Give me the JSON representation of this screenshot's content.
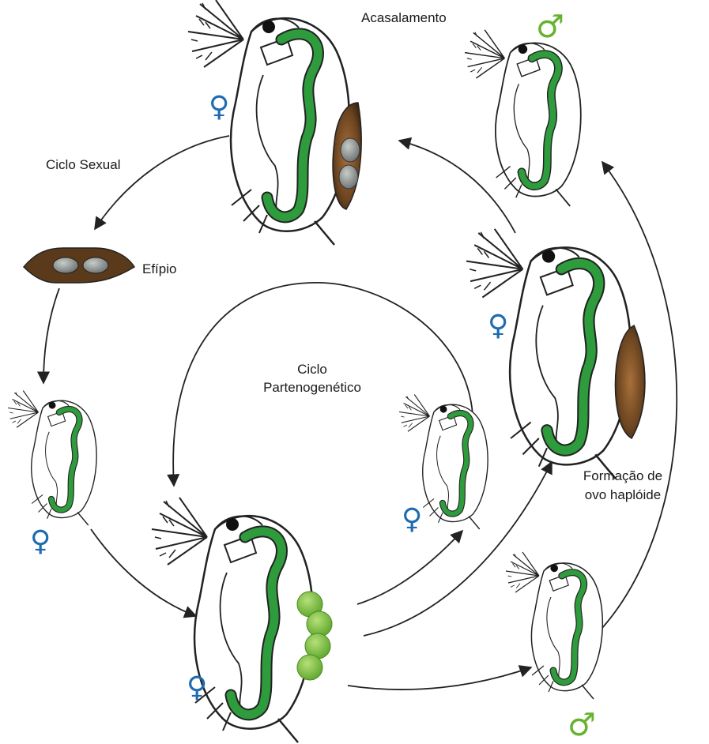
{
  "labels": {
    "acasalamento": "Acasalamento",
    "ciclo_sexual": "Ciclo Sexual",
    "efipio": "Efípio",
    "ciclo_parteno_1": "Ciclo",
    "ciclo_parteno_2": "Partenogenético",
    "formacao_1": "Formação de",
    "formacao_2": "ovo haplóide"
  },
  "symbols": {
    "female": "♀",
    "male": "♂"
  },
  "colors": {
    "female": "#1e6bb0",
    "male": "#66b32e",
    "gut": "#2e9c3c",
    "egg_brown": "#6b4420",
    "egg_green": "#7cc241",
    "outline": "#222222"
  }
}
